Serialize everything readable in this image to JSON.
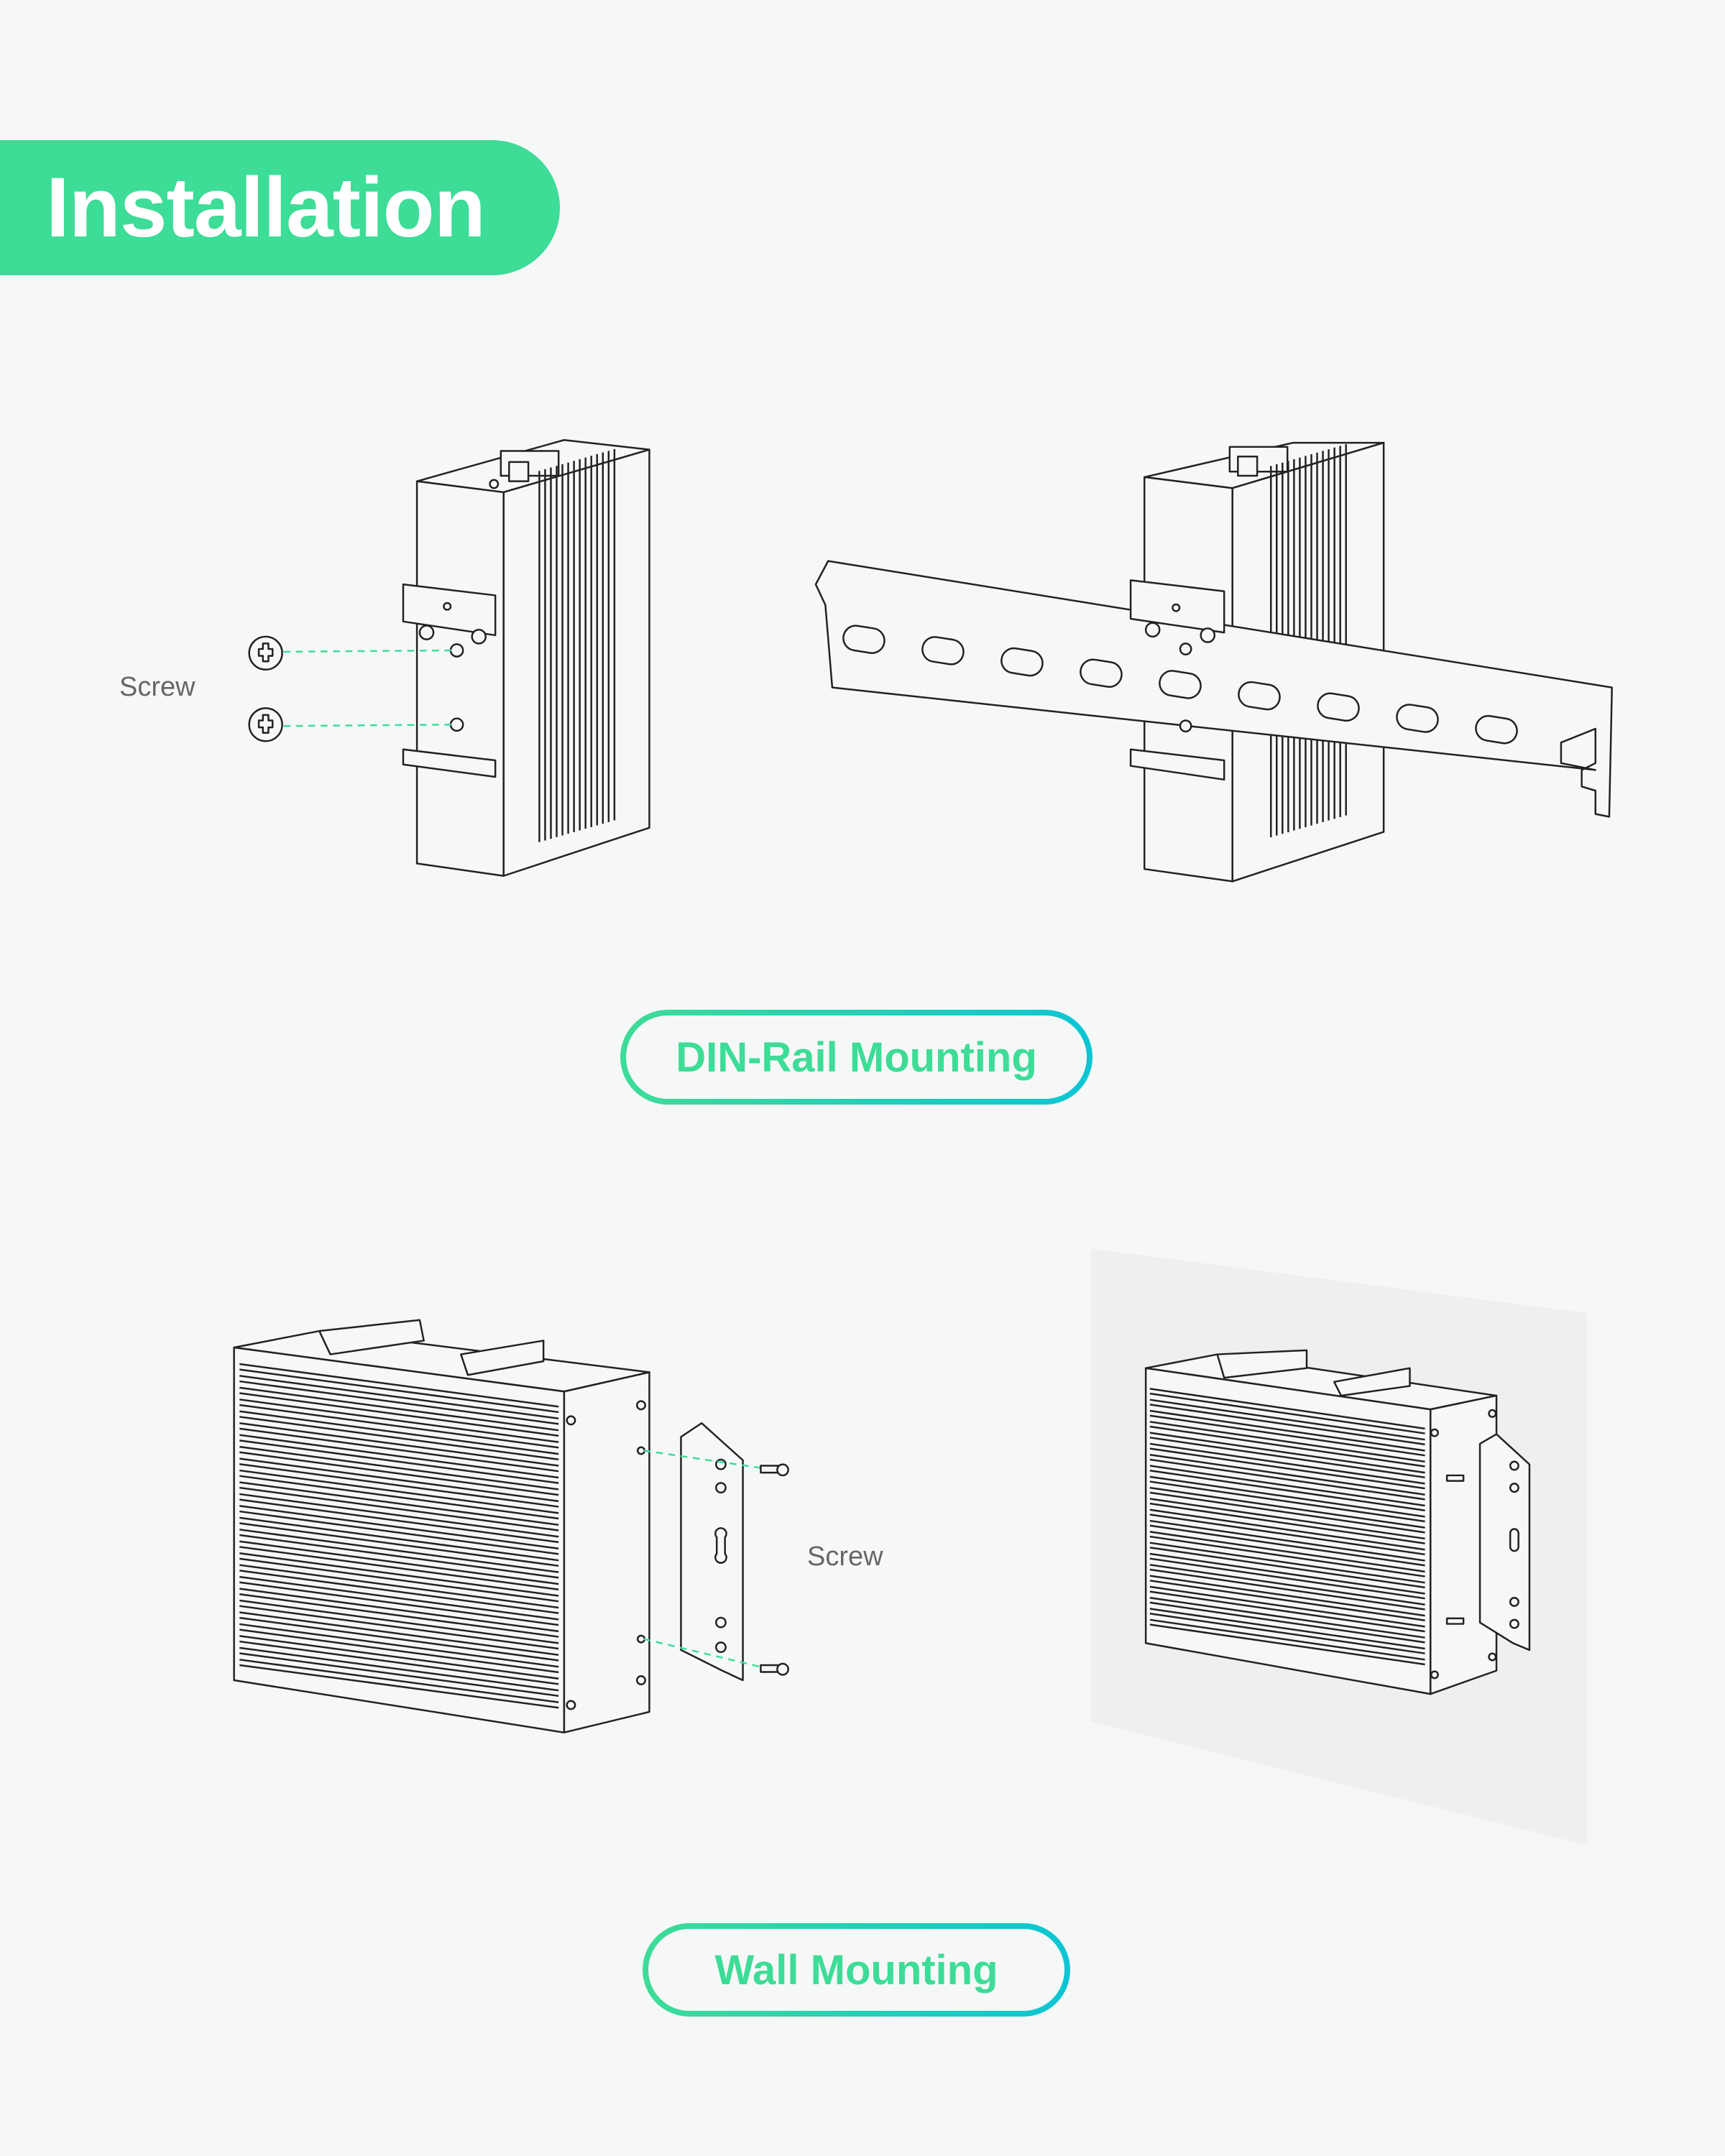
{
  "header": {
    "title": "Installation"
  },
  "din_section": {
    "screw_label": "Screw",
    "badge": "DIN-Rail Mounting"
  },
  "wall_section": {
    "screw_label": "Screw",
    "badge": "Wall Mounting"
  },
  "colors": {
    "accent_green": "#3ddc97",
    "accent_cyan": "#0bc5d4",
    "background": "#f6f8f7",
    "line": "#222222"
  }
}
